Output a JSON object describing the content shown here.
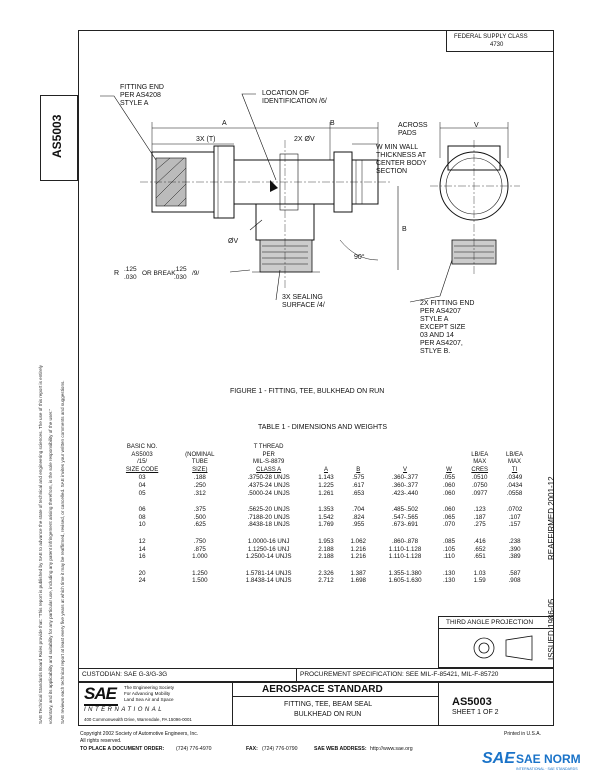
{
  "doc_id": "AS5003",
  "federal_supply": {
    "line1": "FEDERAL SUPPLY CLASS",
    "line2": "4730"
  },
  "left_disclaimer": [
    "SAE Technical Standards Board Rules provide that: \"This report is published by SAE to advance the state of technical and engineering sciences. The use of this report is entirely",
    "voluntary, and its applicability and suitability for any particular use, including any patent infringement arising therefrom, is the sole responsibility of the user.\"",
    "SAE reviews each technical report at least every five years at which time it may be reaffirmed, revised, or cancelled. SAE invites your written comments and suggestions."
  ],
  "right_vertical": {
    "reaffirmed": "REAFFIRMED 2001-12",
    "issued": "ISSUED 1986-05"
  },
  "drawing_labels": {
    "fitting_end": "FITTING END",
    "per_as4208": "PER AS4208",
    "style_a": "STYLE A",
    "location_of": "LOCATION OF",
    "identification": "IDENTIFICATION /6/",
    "dim_a": "A",
    "dim_b": "B",
    "dim_3x_t": "3X (T)",
    "dim_2x_ov": "2X ØV",
    "dim_ov": "ØV",
    "break_1": ".125",
    "break_2": ".030",
    "break_3": "OR BREAK",
    "break_4": ".125",
    "break_5": ".030",
    "break_6": "/9/",
    "break_r": "R",
    "sealing_1": "3X SEALING",
    "sealing_2": "SURFACE /4/",
    "across_1": "ACROSS",
    "across_2": "PADS",
    "dim_v": "V",
    "wall_1": "W MIN WALL",
    "wall_2": "THICKNESS AT",
    "wall_3": "CENTER BODY",
    "wall_4": "SECTION",
    "dim_b_right": "B",
    "angle": "90°",
    "end2_1": "2X FITTING END",
    "end2_2": "PER AS4207",
    "end2_3": "STYLE A",
    "end2_4": "EXCEPT SIZE",
    "end2_5": "03 AND 14",
    "end2_6": "PER AS4207,",
    "end2_7": "STLYE B."
  },
  "figure_caption": "FIGURE 1 - FITTING, TEE, BULKHEAD ON RUN",
  "table_caption": "TABLE 1 - DIMENSIONS AND WEIGHTS",
  "table": {
    "headers": {
      "basic_1": "BASIC NO.",
      "basic_2": "AS5003",
      "basic_3": "/15/",
      "basic_4": "SIZE CODE",
      "nominal_1": "(NOMINAL",
      "nominal_2": "TUBE",
      "nominal_3": "SIZE)",
      "thread_1": "T THREAD",
      "thread_2": "PER",
      "thread_3": "MIL-S-8879",
      "thread_4": "CLASS A",
      "a": "A",
      "b": "B",
      "v": "V",
      "w": "W",
      "cres_1": "LB/EA",
      "cres_2": "MAX",
      "cres_3": "CRES",
      "ti_1": "LB/EA",
      "ti_2": "MAX",
      "ti_3": "TI"
    },
    "groups": [
      [
        {
          "size": "03",
          "tube": ".188",
          "thread": ".3750-28 UNJS",
          "a": "1.143",
          "b": ".575",
          "v": ".360-.377",
          "w": ".055",
          "cres": ".0510",
          "ti": ".0349"
        },
        {
          "size": "04",
          "tube": ".250",
          "thread": ".4375-24 UNJS",
          "a": "1.225",
          "b": ".617",
          "v": ".360-.377",
          "w": ".060",
          "cres": ".0750",
          "ti": ".0434"
        },
        {
          "size": "05",
          "tube": ".312",
          "thread": ".5000-24 UNJS",
          "a": "1.261",
          "b": ".653",
          "v": ".423-.440",
          "w": ".060",
          "cres": ".0977",
          "ti": ".0558"
        }
      ],
      [
        {
          "size": "06",
          "tube": ".375",
          "thread": ".5625-20 UNJS",
          "a": "1.353",
          "b": ".704",
          "v": ".485-.502",
          "w": ".060",
          "cres": ".123",
          "ti": ".0702"
        },
        {
          "size": "08",
          "tube": ".500",
          "thread": ".7188-20 UNJS",
          "a": "1.542",
          "b": ".824",
          "v": ".547-.565",
          "w": ".065",
          "cres": ".187",
          "ti": ".107"
        },
        {
          "size": "10",
          "tube": ".625",
          "thread": ".8438-18 UNJS",
          "a": "1.769",
          "b": ".955",
          "v": ".673-.691",
          "w": ".070",
          "cres": ".275",
          "ti": ".157"
        }
      ],
      [
        {
          "size": "12",
          "tube": ".750",
          "thread": "1.0000-16 UNJ",
          "a": "1.953",
          "b": "1.062",
          "v": ".860-.878",
          "w": ".085",
          "cres": ".416",
          "ti": ".238"
        },
        {
          "size": "14",
          "tube": ".875",
          "thread": "1.1250-16 UNJ",
          "a": "2.188",
          "b": "1.216",
          "v": "1.110-1.128",
          "w": ".105",
          "cres": ".652",
          "ti": ".390"
        },
        {
          "size": "16",
          "tube": "1.000",
          "thread": "1.2500-14 UNJS",
          "a": "2.188",
          "b": "1.216",
          "v": "1.110-1.128",
          "w": ".110",
          "cres": ".651",
          "ti": ".389"
        }
      ],
      [
        {
          "size": "20",
          "tube": "1.250",
          "thread": "1.5781-14 UNJS",
          "a": "2.326",
          "b": "1.387",
          "v": "1.355-1.380",
          "w": ".130",
          "cres": "1.03",
          "ti": ".587"
        },
        {
          "size": "24",
          "tube": "1.500",
          "thread": "1.8438-14 UNJS",
          "a": "2.712",
          "b": "1.698",
          "v": "1.605-1.630",
          "w": ".130",
          "cres": "1.59",
          "ti": ".908"
        }
      ]
    ]
  },
  "projection_label": "THIRD ANGLE PROJECTION",
  "custodian": "CUSTODIAN: SAE G-3/G-3G",
  "procurement": "PROCUREMENT SPECIFICATION: SEE MIL-F-85421, MIL-F-85720",
  "sae": {
    "logo_text": "SAE",
    "international": "INTERNATIONAL",
    "society_1": "The Engineering Society",
    "society_2": "For Advancing Mobility",
    "society_3": "Land Sea Air and Space",
    "address": "400 Commonwealth Drive, Warrendale, PA 15096-0001"
  },
  "standard_title": "AEROSPACE STANDARD",
  "part_name_1": "FITTING, TEE, BEAM SEAL",
  "part_name_2": "BULKHEAD ON RUN",
  "sheet_id": "AS5003",
  "sheet": "SHEET 1 OF 2",
  "footer": {
    "copyright": "Copyright 2002 Society of Automotive Engineers, Inc.",
    "rights": "All rights reserved.",
    "printed": "Printed in U.S.A.",
    "order_label": "TO PLACE A DOCUMENT ORDER:",
    "order_phone": "(724) 776-4970",
    "fax_label": "FAX:",
    "fax": "(724) 776-0790",
    "web_label": "SAE WEB ADDRESS:",
    "web": "http://www.sae.org"
  },
  "watermark": {
    "mark": "SAE",
    "name": "SAE NORM",
    "sub": "INTERNATIONAL · SAE STANDARDS"
  }
}
